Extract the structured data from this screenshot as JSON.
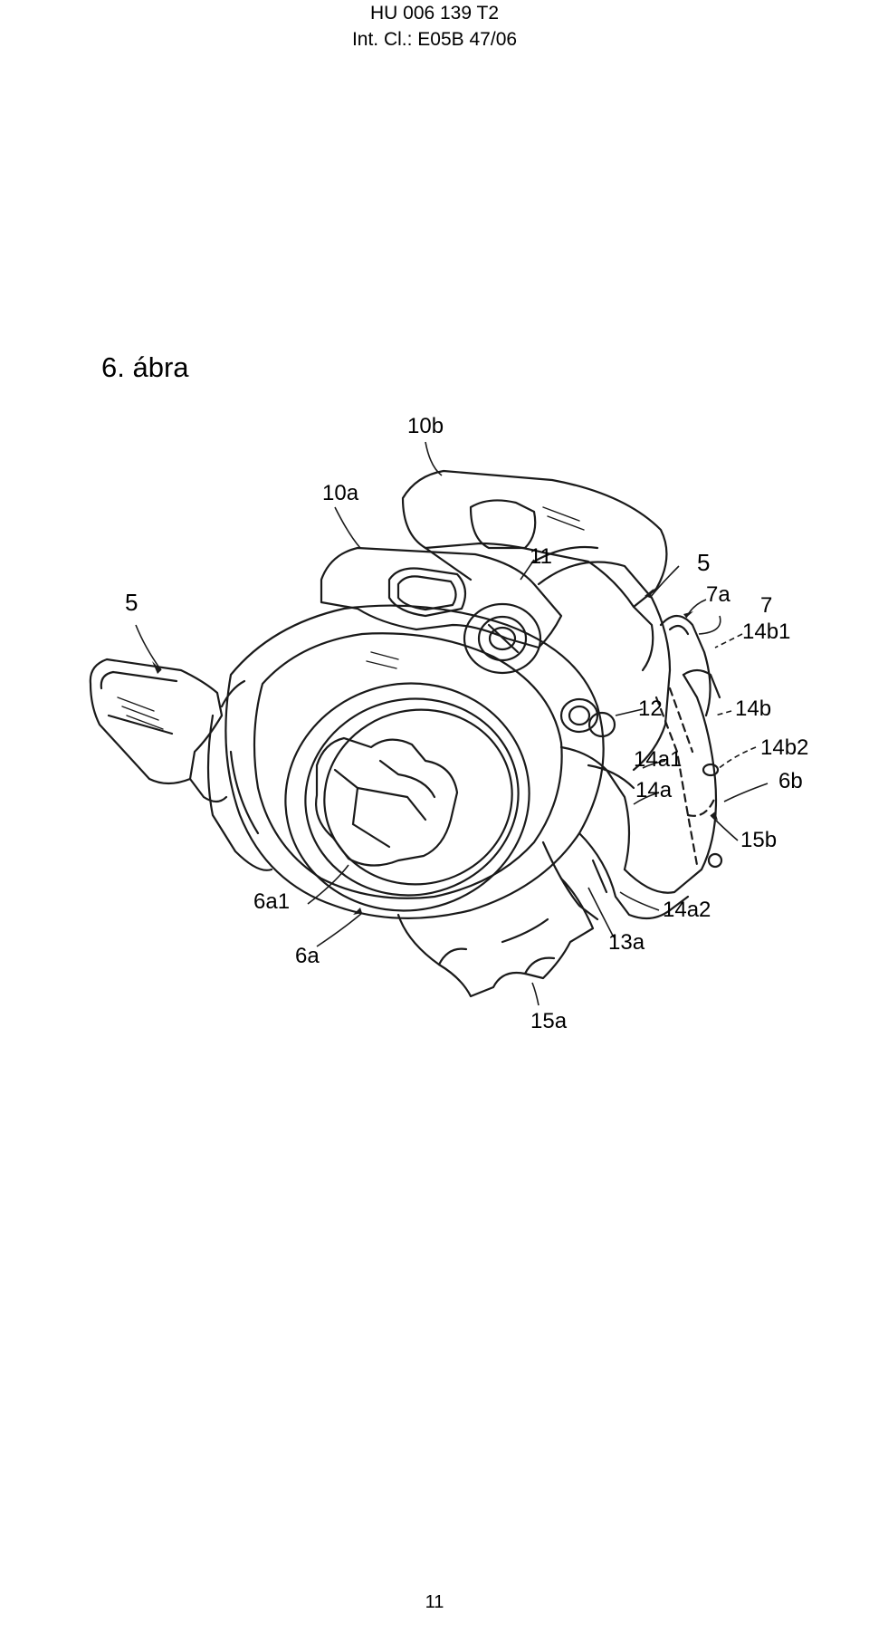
{
  "header": {
    "patent_number": "HU 006 139 T2",
    "classification": "Int. Cl.: E05B 47/06"
  },
  "figure": {
    "title": "6. ábra",
    "labels": {
      "l10b": "10b",
      "l10a": "10a",
      "l11": "11",
      "l5_left": "5",
      "l5_right": "5",
      "l7a": "7a",
      "l7": "7",
      "l14b1": "14b1",
      "l12": "12",
      "l14b": "14b",
      "l14b2": "14b2",
      "l14a1": "14a1",
      "l6b": "6b",
      "l14a": "14a",
      "l15b": "15b",
      "l6a1": "6a1",
      "l14a2": "14a2",
      "l13a": "13a",
      "l6a": "6a",
      "l15a": "15a"
    }
  },
  "page_number": "11"
}
